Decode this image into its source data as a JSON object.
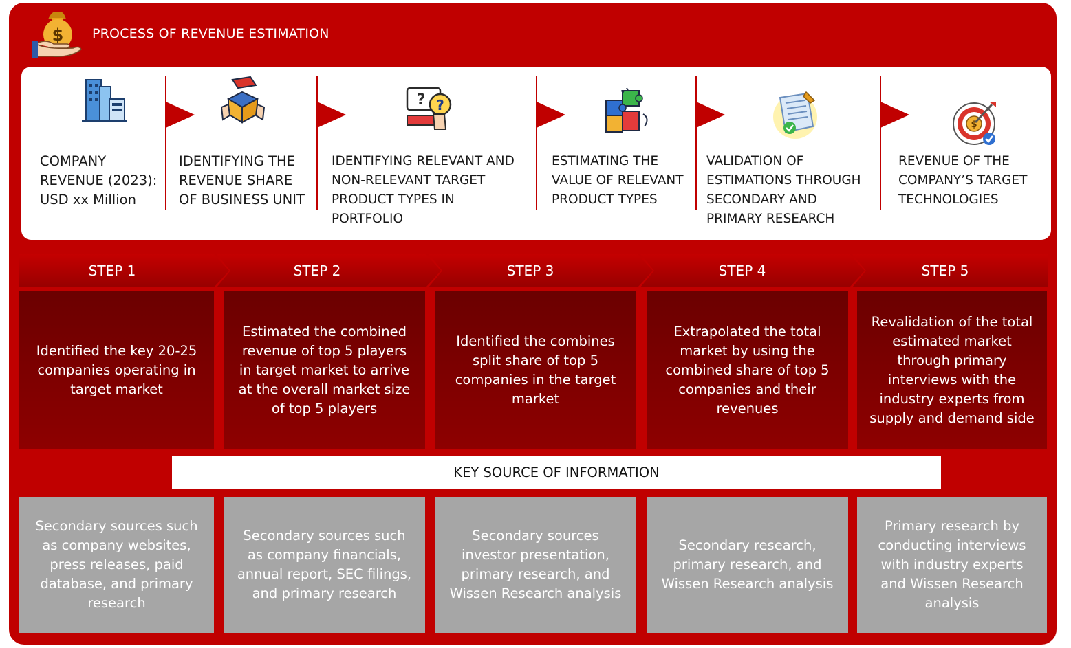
{
  "header": {
    "title": "PROCESS OF REVENUE ESTIMATION",
    "icon": "money-bag-in-hand-icon"
  },
  "stages": [
    {
      "lines": [
        "COMPANY",
        "REVENUE (2023):",
        "USD xx Million"
      ],
      "icon": "office-building-icon"
    },
    {
      "lines": [
        "IDENTIFYING THE",
        "REVENUE SHARE",
        "OF BUSINESS UNIT"
      ],
      "icon": "hands-holding-box-icon"
    },
    {
      "lines": [
        "IDENTIFYING RELEVANT AND",
        "NON-RELEVANT TARGET",
        "PRODUCT TYPES IN",
        "PORTFOLIO"
      ],
      "icon": "question-magnifier-icon"
    },
    {
      "lines": [
        "ESTIMATING THE",
        "VALUE OF RELEVANT",
        "PRODUCT TYPES"
      ],
      "icon": "puzzle-pieces-icon"
    },
    {
      "lines": [
        "VALIDATION OF",
        "ESTIMATIONS THROUGH",
        "SECONDARY AND",
        "PRIMARY RESEARCH"
      ],
      "icon": "approved-document-icon"
    },
    {
      "lines": [
        "REVENUE OF THE",
        "COMPANY’S TARGET",
        "TECHNOLOGIES"
      ],
      "icon": "dollar-target-icon"
    }
  ],
  "steps": [
    {
      "label": "STEP 1",
      "lines": [
        "Identified the key 20-25",
        "companies operating in",
        "target market"
      ]
    },
    {
      "label": "STEP 2",
      "lines": [
        "Estimated the combined",
        "revenue of top 5 players",
        "in target market to arrive",
        "at the overall market size",
        "of top 5 players"
      ]
    },
    {
      "label": "STEP 3",
      "lines": [
        "Identified the combines",
        "split share of top 5",
        "companies in the target",
        "market"
      ]
    },
    {
      "label": "STEP 4",
      "lines": [
        "Extrapolated the total",
        "market by using the",
        "combined share of top 5",
        "companies and their",
        "revenues"
      ]
    },
    {
      "label": "STEP 5",
      "lines": [
        "Revalidation of the total",
        "estimated market",
        "through primary",
        "interviews with the",
        "industry experts from",
        "supply and demand side"
      ]
    }
  ],
  "key_source": {
    "title": "KEY SOURCE OF INFORMATION"
  },
  "sources": [
    {
      "lines": [
        "Secondary sources such",
        "as company websites,",
        "press releases, paid",
        "database, and primary",
        "research"
      ]
    },
    {
      "lines": [
        "Secondary sources such",
        "as company financials,",
        "annual report, SEC filings,",
        "and primary research"
      ]
    },
    {
      "lines": [
        "Secondary sources",
        "investor presentation,",
        "primary research, and",
        "Wissen Research analysis"
      ]
    },
    {
      "lines": [
        "Secondary research,",
        "primary research, and",
        "Wissen Research analysis"
      ]
    },
    {
      "lines": [
        "Primary research by",
        "conducting interviews",
        "with industry experts",
        "and Wissen Research",
        "analysis"
      ]
    }
  ],
  "colors": {
    "brand_red": "#c00000",
    "step_dark": "#7a0000",
    "source_gray": "#a6a6a6",
    "text_dark": "#1a1a1a"
  }
}
